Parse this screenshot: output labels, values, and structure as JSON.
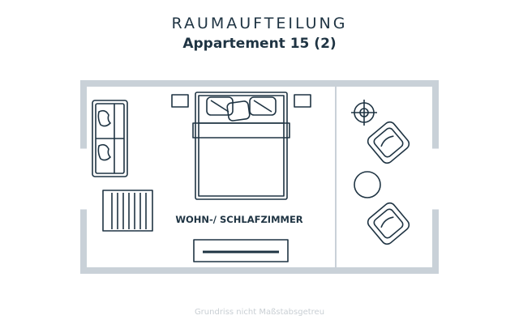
{
  "header": {
    "title": "RAUMAUFTEILUNG",
    "subtitle": "Appartement 15 (2)"
  },
  "rooms": [
    {
      "label": "WOHN-/ SCHLAFZIMMER"
    }
  ],
  "footer": {
    "note": "Grundriss nicht Maßstabsgetreu"
  },
  "colors": {
    "wall": "#c9d1d8",
    "line": "#1f3443",
    "background": "#ffffff"
  }
}
